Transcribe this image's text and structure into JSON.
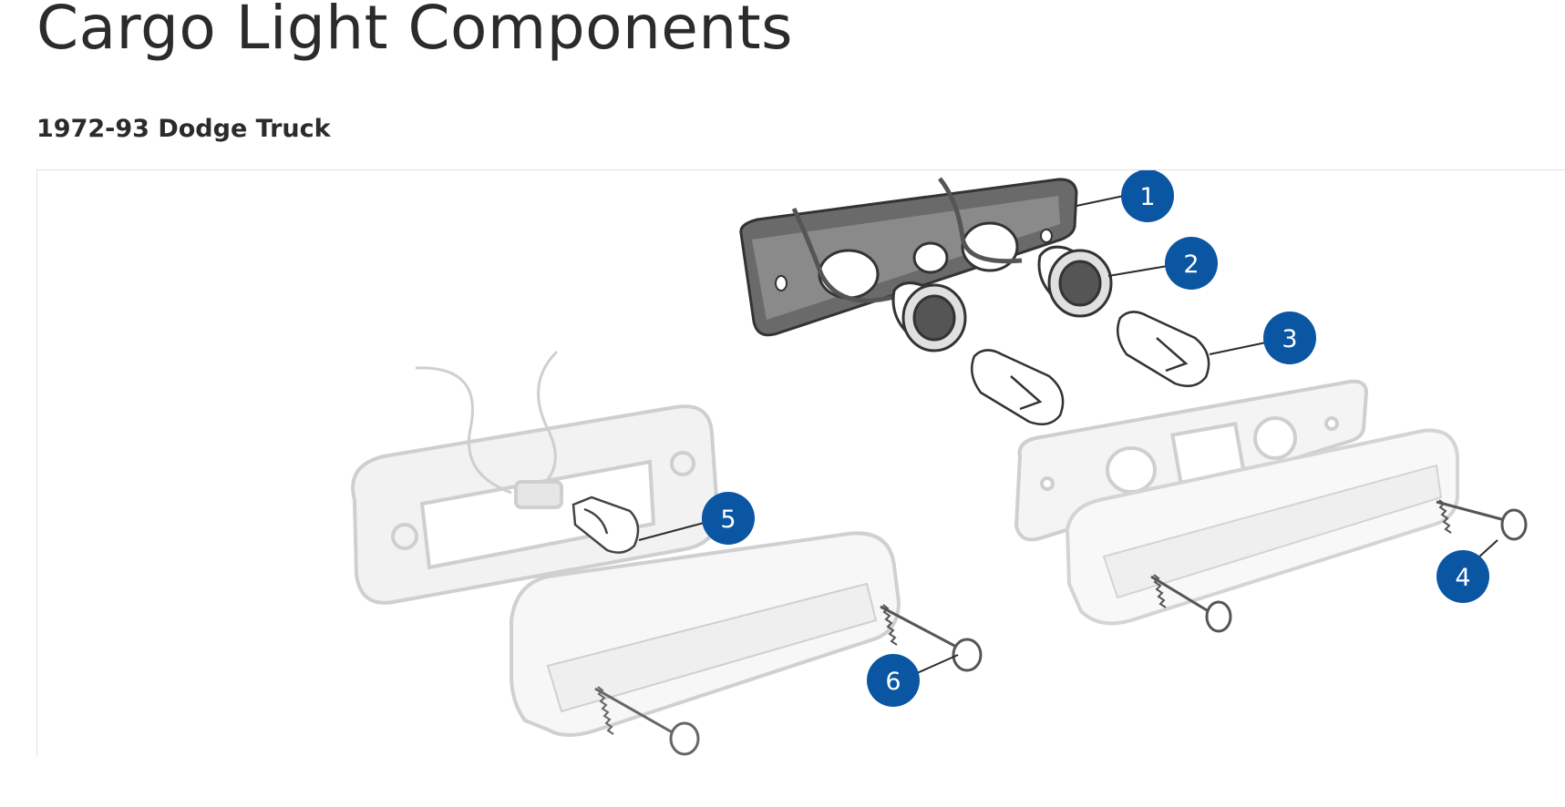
{
  "page": {
    "title": "Cargo Light Components",
    "subtitle": "1972-93 Dodge Truck"
  },
  "colors": {
    "callout": "#0a56a2",
    "part_dark": "#555555",
    "part_faded": "#cfcfcf",
    "ink": "#2b2b2b"
  },
  "callouts": [
    "1",
    "2",
    "3",
    "4",
    "5",
    "6"
  ]
}
